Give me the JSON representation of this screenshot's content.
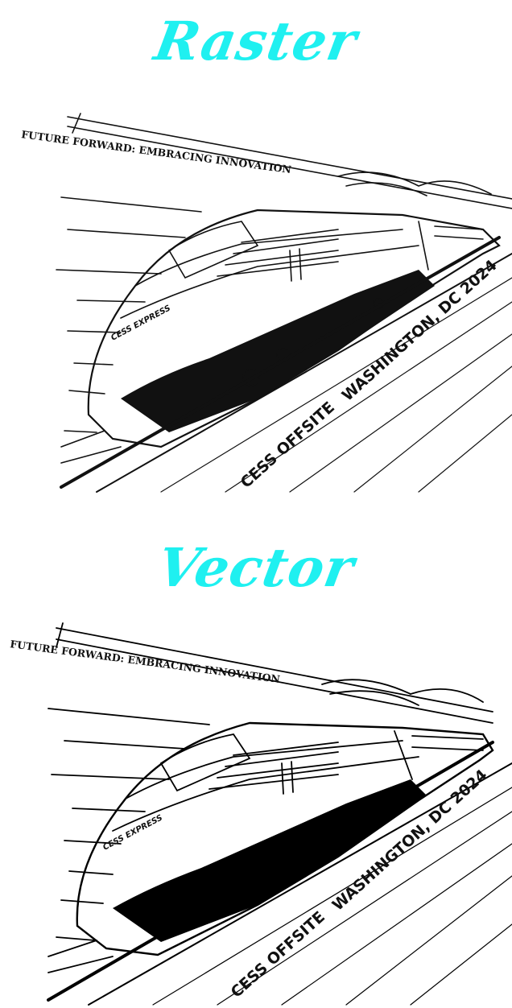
{
  "headings": {
    "raster": "Raster",
    "vector": "Vector"
  },
  "heading_color": "#1ff0f0",
  "artwork": {
    "banner": "FUTURE FORWARD: EMBRACING INNOVATION",
    "train_name": "CESS EXPRESS",
    "event": "CESS OFFSITE",
    "location": "WASHINGTON, DC 2024"
  },
  "ink_color": "#111111"
}
